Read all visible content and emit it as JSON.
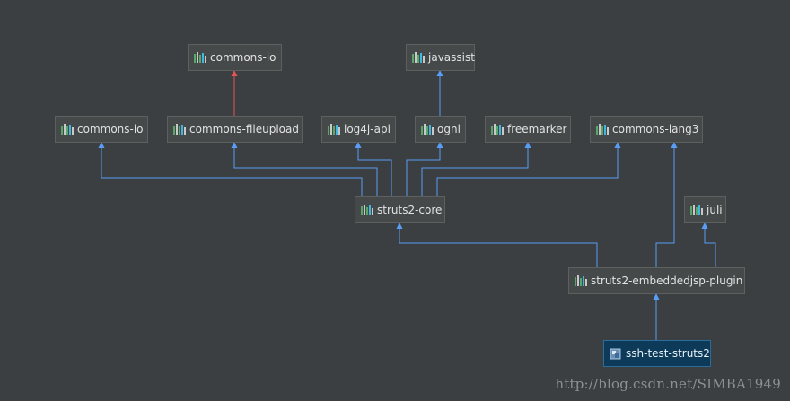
{
  "colors": {
    "background": "#3c3f41",
    "node_fill": "#45494a",
    "node_border": "#5e6060",
    "root_fill": "#0d3a58",
    "edge_blue": "#589df6",
    "edge_red": "#e25555"
  },
  "nodes": {
    "commons_io_top": {
      "label": "commons-io",
      "icon": "library-icon"
    },
    "javassist": {
      "label": "javassist",
      "icon": "library-icon"
    },
    "commons_io": {
      "label": "commons-io",
      "icon": "library-icon"
    },
    "commons_fileupload": {
      "label": "commons-fileupload",
      "icon": "library-icon"
    },
    "log4j_api": {
      "label": "log4j-api",
      "icon": "library-icon"
    },
    "ognl": {
      "label": "ognl",
      "icon": "library-icon"
    },
    "freemarker": {
      "label": "freemarker",
      "icon": "library-icon"
    },
    "commons_lang3": {
      "label": "commons-lang3",
      "icon": "library-icon"
    },
    "juli": {
      "label": "juli",
      "icon": "library-icon"
    },
    "struts2_core": {
      "label": "struts2-core",
      "icon": "library-icon"
    },
    "embeddedjsp": {
      "label": "struts2-embeddedjsp-plugin",
      "icon": "library-icon"
    },
    "root": {
      "label": "ssh-test-struts2",
      "icon": "module-icon"
    }
  },
  "edges": [
    {
      "from": "commons_fileupload",
      "to": "commons_io_top",
      "color": "red"
    },
    {
      "from": "ognl",
      "to": "javassist",
      "color": "blue"
    },
    {
      "from": "struts2_core",
      "to": "commons_io",
      "color": "blue"
    },
    {
      "from": "struts2_core",
      "to": "commons_fileupload",
      "color": "blue"
    },
    {
      "from": "struts2_core",
      "to": "log4j_api",
      "color": "blue"
    },
    {
      "from": "struts2_core",
      "to": "ognl",
      "color": "blue"
    },
    {
      "from": "struts2_core",
      "to": "freemarker",
      "color": "blue"
    },
    {
      "from": "struts2_core",
      "to": "commons_lang3",
      "color": "blue"
    },
    {
      "from": "embeddedjsp",
      "to": "struts2_core",
      "color": "blue"
    },
    {
      "from": "embeddedjsp",
      "to": "commons_lang3",
      "color": "blue"
    },
    {
      "from": "embeddedjsp",
      "to": "juli",
      "color": "blue"
    },
    {
      "from": "root",
      "to": "embeddedjsp",
      "color": "blue"
    }
  ],
  "watermark": "http://blog.csdn.net/SIMBA1949"
}
